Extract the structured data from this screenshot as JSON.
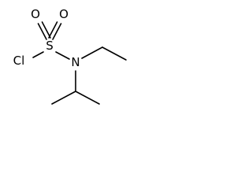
{
  "molecule": {
    "atoms": {
      "oxygen_left": "O",
      "oxygen_right": "O",
      "sulfur": "S",
      "chlorine": "Cl",
      "nitrogen": "N"
    },
    "colors": {
      "bond": "#000000",
      "label": "#000000",
      "background": "#ffffff"
    }
  }
}
